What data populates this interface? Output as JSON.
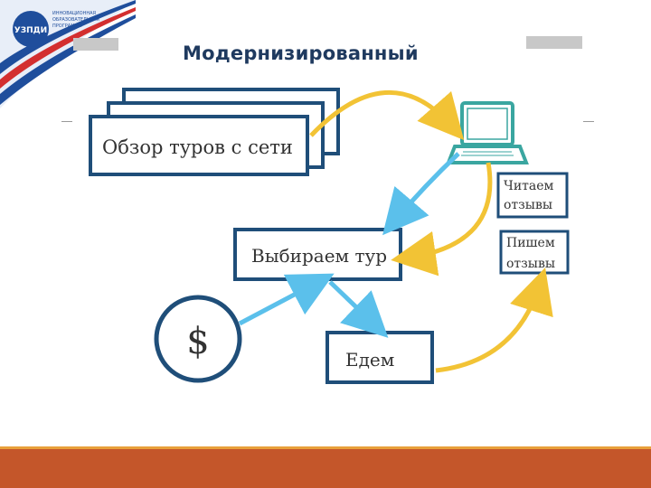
{
  "header": {
    "title": "Модернизированный"
  },
  "logo": {
    "lines": [
      "ИННОВАЦИОННАЯ",
      "ОБРАЗОВАТЕЛЬНАЯ",
      "ПРОГРАММА"
    ],
    "abbr": "УЗПДИ",
    "colors": {
      "blue": "#1f4e9c",
      "red": "#d32f2f"
    }
  },
  "diagram": {
    "node_review": "Обзор туров с сети",
    "node_read": [
      "Читаем",
      "отзывы"
    ],
    "node_write": [
      "Пишем",
      "отзывы"
    ],
    "node_choose": "Выбираем тур",
    "node_go": "Едем",
    "node_money": "$",
    "colors": {
      "box_border": "#1f4e79",
      "arrow_yellow": "#f2c335",
      "arrow_blue": "#5bc0eb",
      "laptop": "#3aa6a0"
    }
  },
  "footer": {
    "bar_color": "#c4562a"
  }
}
